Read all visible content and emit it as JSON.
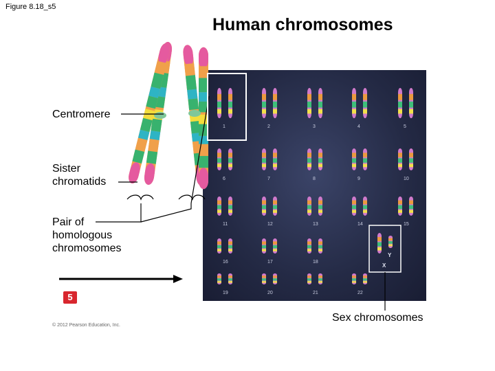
{
  "figure_label": "Figure 8.18_s5",
  "title": "Human chromosomes",
  "labels": {
    "centromere": "Centromere",
    "sister_chromatids": "Sister chromatids",
    "pair_of_homologous": "Pair of homologous chromosomes",
    "sex_chromosomes": "Sex chromosomes"
  },
  "step_badge": "5",
  "copyright": "© 2012 Pearson Education, Inc.",
  "karyotype": {
    "numbers": [
      "1",
      "2",
      "3",
      "4",
      "5",
      "6",
      "7",
      "8",
      "9",
      "10",
      "11",
      "12",
      "13",
      "14",
      "15",
      "16",
      "17",
      "18",
      "19",
      "20",
      "21",
      "22"
    ],
    "sex_labels": [
      "Y",
      "X"
    ]
  },
  "colors": {
    "chromatid_pink": "#e55a9f",
    "band_orange": "#f0a04a",
    "band_green": "#38b26e",
    "band_teal": "#2eb4c4",
    "band_yellow": "#f3dd3c",
    "panel_dark": "#242a45",
    "badge_red": "#d8262e"
  }
}
